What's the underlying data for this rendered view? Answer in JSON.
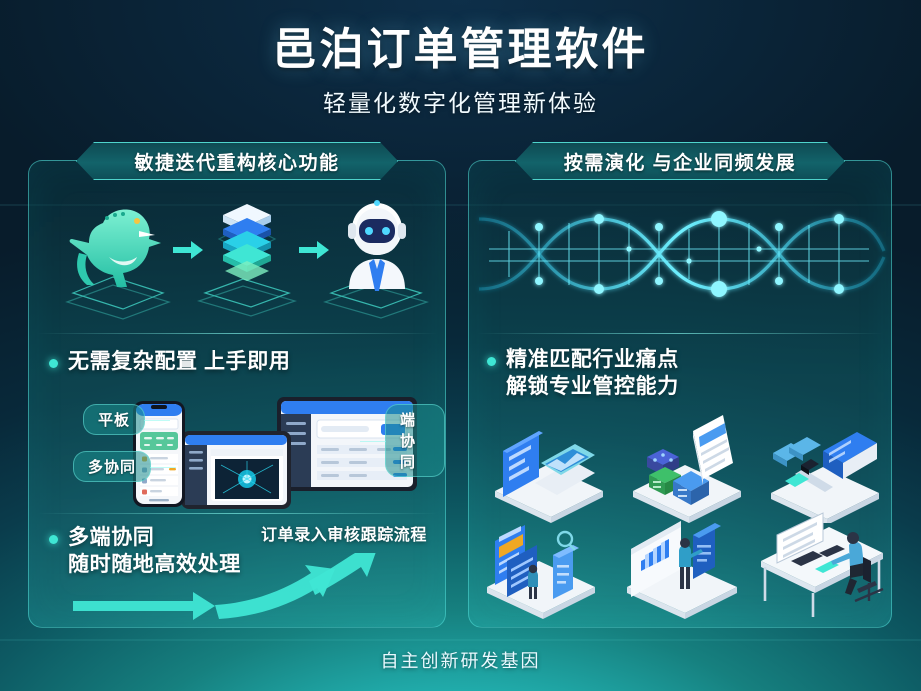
{
  "header": {
    "title": "邑泊订单管理软件",
    "subtitle": "轻量化数字化管理新体验"
  },
  "left_panel": {
    "head": "敏捷迭代重构核心功能",
    "evolution": {
      "stage1_icon": "dinosaur-icon",
      "stage2_icon": "server-stack-icon",
      "stage3_icon": "robot-assistant-icon",
      "arrow_icon": "arrow-right-icon"
    },
    "feature1": "无需复杂配置 上手即用",
    "device_tags": {
      "tablet": "平板",
      "multi_collab": "多协同",
      "client_collab": "端协同"
    },
    "devices": {
      "phone_icon": "smartphone-mockup",
      "tablet_icon": "tablet-mockup",
      "desktop_icon": "desktop-mockup"
    },
    "feature2": "多端协同\n随时随地高效处理",
    "flow_label": "订单录入审核跟踪流程",
    "flow_arrow_icon": "growth-arrow-icon"
  },
  "right_panel": {
    "head": "按需演化 与企业同频发展",
    "dna_icon": "dna-helix-icon",
    "feature1": "精准匹配行业痛点\n解锁专业管控能力",
    "scenes": [
      "laptop-dashboard-scene",
      "data-cube-document-scene",
      "workstation-monitor-scene",
      "report-review-scene",
      "analytics-presentation-scene",
      "desk-worker-scene"
    ]
  },
  "footer": {
    "text": "自主创新研发基因"
  },
  "colors": {
    "accent_cyan": "#3fe6d4",
    "panel_border": "#50dcd7",
    "title_white": "#ffffff",
    "bg_dark": "#07182a",
    "bg_teal": "#2fd8cf",
    "device_blue": "#2f7ef0"
  }
}
